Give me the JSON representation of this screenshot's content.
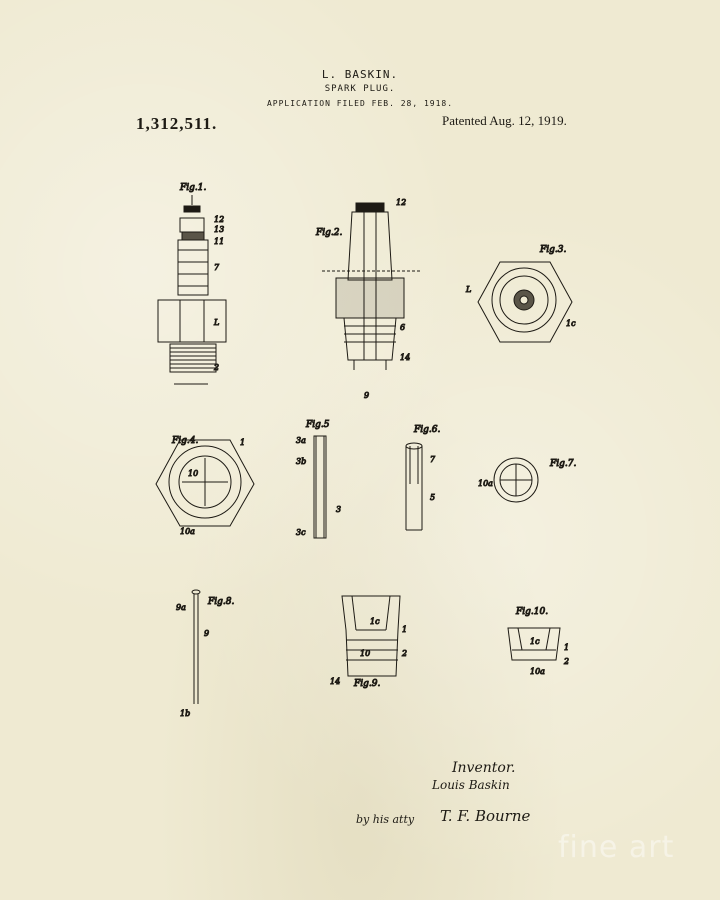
{
  "header": {
    "inventor": "L. BASKIN.",
    "title": "SPARK PLUG.",
    "filed": "APPLICATION FILED FEB. 28, 1918.",
    "patent_number": "1,312,511.",
    "patented": "Patented Aug. 12, 1919."
  },
  "figures": {
    "fig1": "Fig.1.",
    "fig2": "Fig.2.",
    "fig3": "Fig.3.",
    "fig4": "Fig.4.",
    "fig5": "Fig.5",
    "fig6": "Fig.6.",
    "fig7": "Fig.7.",
    "fig8": "Fig.8.",
    "fig9": "Fig.9.",
    "fig10": "Fig.10.",
    "ref_1": "1",
    "ref_1b": "1b",
    "ref_1c": "1c",
    "ref_2": "2",
    "ref_3": "3",
    "ref_3a": "3a",
    "ref_3b": "3b",
    "ref_3c": "3c",
    "ref_5": "5",
    "ref_6": "6",
    "ref_7": "7",
    "ref_9": "9",
    "ref_9a": "9a",
    "ref_10": "10",
    "ref_10a": "10a",
    "ref_10a_short": "10a",
    "ref_11": "11",
    "ref_12": "12",
    "ref_13": "13",
    "ref_14": "14",
    "ref_L": "L",
    "ref_L_lower": "L"
  },
  "signatures": {
    "inventor_heading": "Inventor.",
    "inventor_name": "Louis Baskin",
    "by_line": "by his atty",
    "attorney": "T. F. Bourne"
  },
  "watermark": "fine art"
}
